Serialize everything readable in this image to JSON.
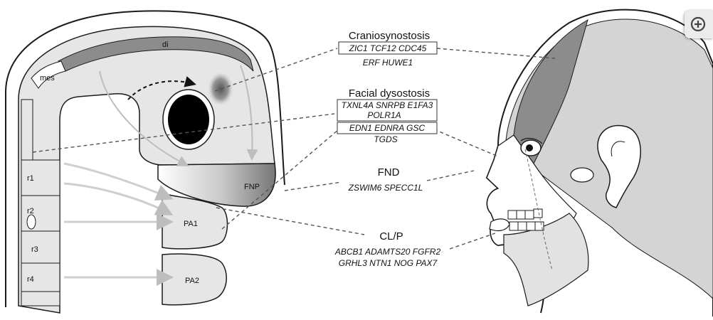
{
  "embryo": {
    "labels": {
      "di": "di",
      "mes": "mes",
      "fnp": "FNP",
      "pa1": "PA1",
      "pa2": "PA2",
      "r1": "r1",
      "r2": "r2",
      "r3": "r3",
      "r4": "r4"
    }
  },
  "groups": [
    {
      "heading": "Craniosynostosis",
      "boxed_genes": "ZIC1  TCF12 CDC45",
      "genes": [
        "ERF  HUWE1"
      ]
    },
    {
      "heading": "Facial dysostosis",
      "boxed_genes_a": [
        "TXNL4A  SNRPB  E1FA3",
        "POLR1A"
      ],
      "boxed_genes_b": "EDN1  EDNRA GSC",
      "genes": [
        "TGDS"
      ]
    },
    {
      "heading": "FND",
      "genes": [
        "ZSWIM6  SPECC1L"
      ]
    },
    {
      "heading": "CL/P",
      "genes": [
        "ABCB1  ADAMTS20  FGFR2",
        "GRHL3  NTN1  NOG  PAX7"
      ]
    }
  ],
  "colors": {
    "line": "#1a1a1a",
    "tissue_light": "#e6e6e6",
    "tissue_mid": "#d4d4d4",
    "tissue_dark": "#8c8c8c",
    "eye": "#000000"
  },
  "icons": {
    "zoom": "zoom-in-icon"
  }
}
